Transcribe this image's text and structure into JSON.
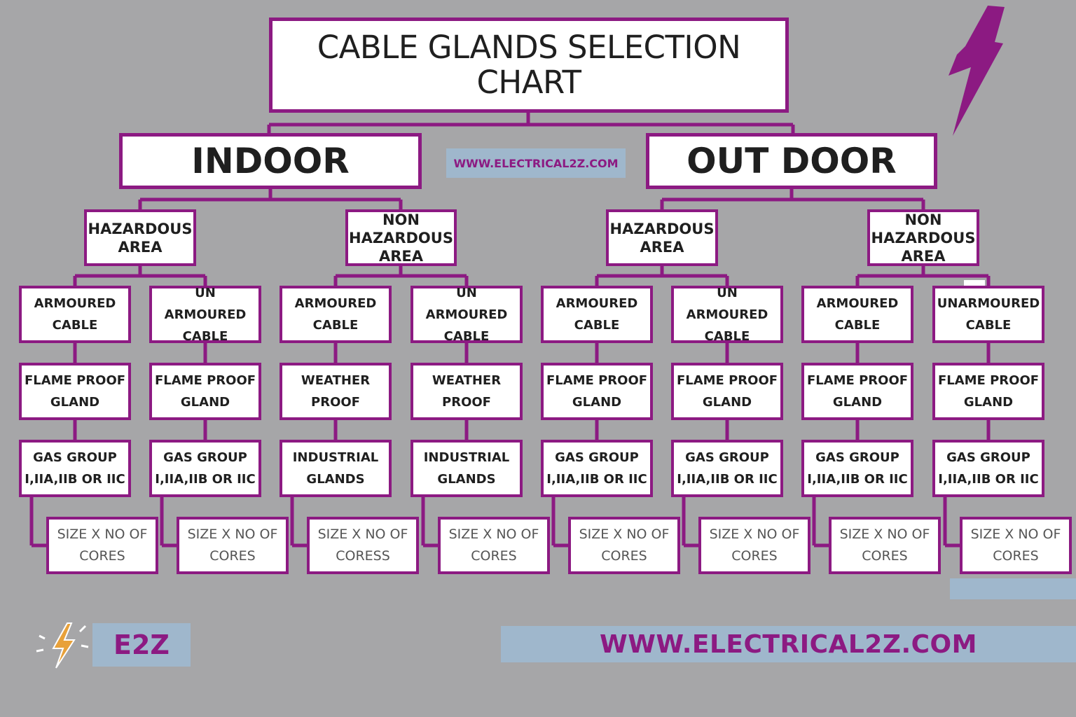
{
  "title_lines": [
    "CABLE GLANDS SELECTION",
    "CHART"
  ],
  "website_small": "WWW.ELECTRICAL2Z.COM",
  "website_large": "WWW.ELECTRICAL2Z.COM",
  "brand": "E2Z",
  "colors": {
    "accent": "#8c1a82",
    "background": "#a6a6a8",
    "banner": "#9fb7cc",
    "box": "#ffffff"
  },
  "icons": [
    "lightning-bolt-icon",
    "e2z-logo-icon"
  ],
  "sections": [
    {
      "label": "INDOOR",
      "areas": [
        {
          "lines": [
            "HAZARDOUS",
            "AREA"
          ],
          "branches": [
            {
              "cable": [
                "ARMOURED",
                "CABLE"
              ],
              "gland": [
                "FLAME PROOF",
                "GLAND"
              ],
              "group": [
                "GAS GROUP",
                "I,IIA,IIB OR IIC"
              ],
              "size": [
                "SIZE   X  NO OF",
                "CORES"
              ]
            },
            {
              "cable": [
                "UN ARMOURED",
                "CABLE"
              ],
              "gland": [
                "FLAME PROOF",
                "GLAND"
              ],
              "group": [
                "GAS GROUP",
                "I,IIA,IIB OR IIC"
              ],
              "size": [
                "SIZE   X  NO OF",
                "CORES"
              ]
            }
          ]
        },
        {
          "lines": [
            "NON",
            "HAZARDOUS",
            "AREA"
          ],
          "branches": [
            {
              "cable": [
                "ARMOURED",
                "CABLE"
              ],
              "gland": [
                "WEATHER",
                "PROOF"
              ],
              "group": [
                "INDUSTRIAL",
                "GLANDS"
              ],
              "size": [
                "SIZE   X  NO OF",
                "CORESS"
              ]
            },
            {
              "cable": [
                "UN ARMOURED",
                "CABLE"
              ],
              "gland": [
                "WEATHER",
                "PROOF"
              ],
              "group": [
                "INDUSTRIAL",
                "GLANDS"
              ],
              "size": [
                "SIZE   X  NO OF",
                "CORES"
              ]
            }
          ]
        }
      ]
    },
    {
      "label": "OUT DOOR",
      "areas": [
        {
          "lines": [
            "HAZARDOUS",
            "AREA"
          ],
          "branches": [
            {
              "cable": [
                "ARMOURED",
                "CABLE"
              ],
              "gland": [
                "FLAME PROOF",
                "GLAND"
              ],
              "group": [
                "GAS GROUP",
                "I,IIA,IIB OR IIC"
              ],
              "size": [
                "SIZE   X  NO OF",
                "CORES"
              ]
            },
            {
              "cable": [
                "UN ARMOURED",
                "CABLE"
              ],
              "gland": [
                "FLAME PROOF",
                "GLAND"
              ],
              "group": [
                "GAS GROUP",
                "I,IIA,IIB OR IIC"
              ],
              "size": [
                "SIZE   X  NO OF",
                "CORES"
              ]
            }
          ]
        },
        {
          "lines": [
            "NON",
            "HAZARDOUS",
            "AREA"
          ],
          "branches": [
            {
              "cable": [
                "ARMOURED",
                "CABLE"
              ],
              "gland": [
                "FLAME PROOF",
                "GLAND"
              ],
              "group": [
                "GAS GROUP",
                "I,IIA,IIB OR IIC"
              ],
              "size": [
                "SIZE   X  NO OF",
                "CORES"
              ]
            },
            {
              "cable": [
                "UNARMOURED",
                "CABLE"
              ],
              "gland": [
                "FLAME PROOF",
                "GLAND"
              ],
              "group": [
                "GAS GROUP",
                "I,IIA,IIB OR IIC"
              ],
              "size": [
                "SIZE   X  NO OF",
                "CORES"
              ]
            }
          ]
        }
      ]
    }
  ]
}
